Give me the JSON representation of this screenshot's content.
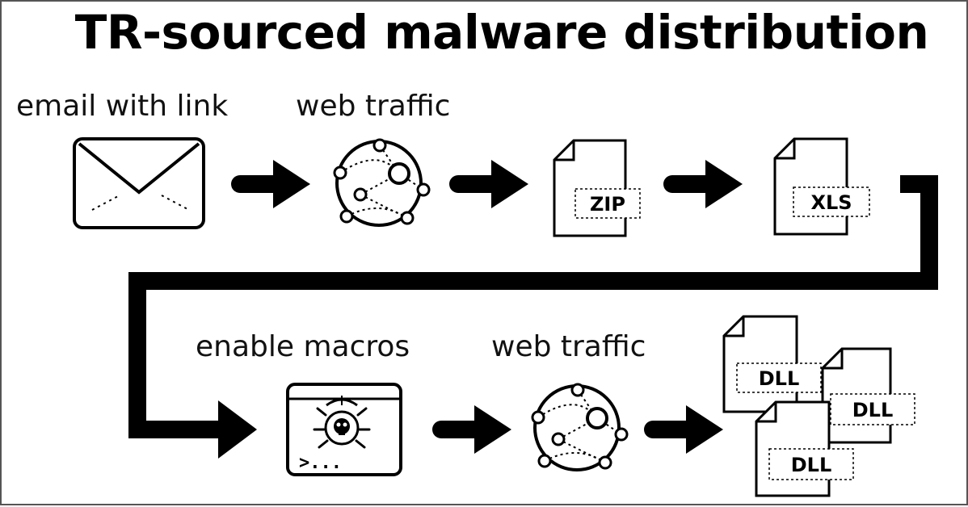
{
  "title": "TR-sourced malware distribution",
  "steps": {
    "email": {
      "label": "email with link",
      "icon": "envelope-icon"
    },
    "web1": {
      "label": "web traffic",
      "icon": "network-icon"
    },
    "zip": {
      "tag": "ZIP",
      "icon": "document-icon"
    },
    "xls": {
      "tag": "XLS",
      "icon": "document-icon"
    },
    "macros": {
      "label": "enable macros",
      "icon": "malware-terminal-icon",
      "prompt": ">..."
    },
    "web2": {
      "label": "web traffic",
      "icon": "network-icon"
    },
    "dlls": {
      "tags": [
        "DLL",
        "DLL",
        "DLL"
      ],
      "icon": "document-stack-icon"
    }
  },
  "colors": {
    "ink": "#000000",
    "border": "#555555",
    "background": "#ffffff"
  }
}
